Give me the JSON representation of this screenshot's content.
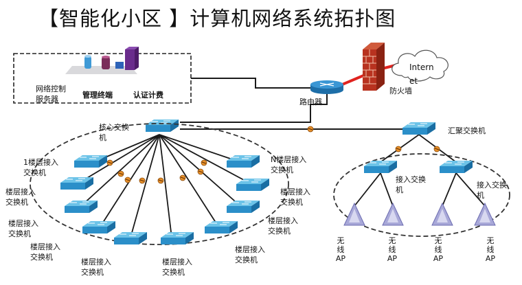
{
  "title": "【智能化小区 】计算机网络系统拓扑图",
  "labels": {
    "server_group": "网络控制服务器",
    "server_mgmt": "管理终端",
    "server_auth": "认证计费",
    "router": "路由器",
    "firewall": "防火墙",
    "internet": "Internet",
    "core_switch": "核心交换机",
    "agg_switch": "汇聚交换机",
    "access_switch": "接入交换机",
    "floor_first": "1楼层接入交换机",
    "floor_n": "N楼层接入交换机",
    "floor_access": "楼层接入交换机",
    "wireless_ap": "无线AP"
  },
  "colors": {
    "switch_top": "#4fb3df",
    "switch_side": "#1f7fb8",
    "router": "#2a86c6",
    "trunk": "#1a1a1a",
    "firewall": "#c0392b",
    "link_red": "#e0231f",
    "dashed": "#333333",
    "connector": "#e07a18",
    "ap": "#8e8ec9"
  }
}
